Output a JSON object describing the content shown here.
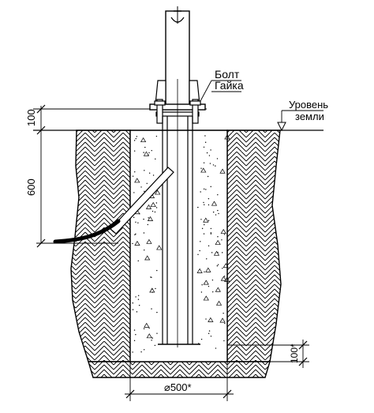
{
  "labels": {
    "bolt": "Болт",
    "nut": "Гайка",
    "ground_level_line1": "Уровень",
    "ground_level_line2": "земли"
  },
  "dimensions": {
    "top_offset": "100",
    "cable_depth": "600",
    "bottom_thickness": "100*",
    "pit_diameter": "⌀500*"
  },
  "colors": {
    "line": "#000000",
    "background": "#ffffff"
  }
}
